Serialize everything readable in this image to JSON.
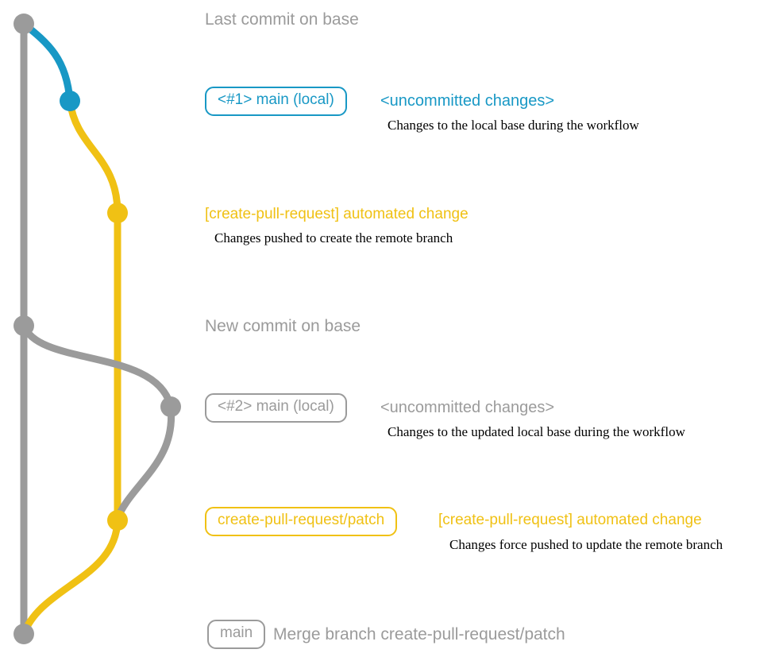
{
  "colors": {
    "gray": "#9b9b9b",
    "blue": "#1898c5",
    "yellow": "#f0c114",
    "note_text": "#000000",
    "background": "#ffffff"
  },
  "annotations": {
    "last_commit": "Last commit on base",
    "new_commit": "New commit on base"
  },
  "rows": {
    "row1": {
      "badge": "<#1> main (local)",
      "status": "<uncommitted changes>",
      "note": "Changes to the local base during the workflow"
    },
    "row2": {
      "title": "[create-pull-request] automated change",
      "note": "Changes pushed to create the remote branch"
    },
    "row3": {
      "badge": "<#2> main (local)",
      "status": "<uncommitted changes>",
      "note": "Changes to the updated local base during the workflow"
    },
    "row4": {
      "badge": "create-pull-request/patch",
      "title": "[create-pull-request] automated change",
      "note": "Changes force pushed to update the remote branch"
    },
    "row5": {
      "badge": "main",
      "text": "Merge branch create-pull-request/patch"
    }
  }
}
